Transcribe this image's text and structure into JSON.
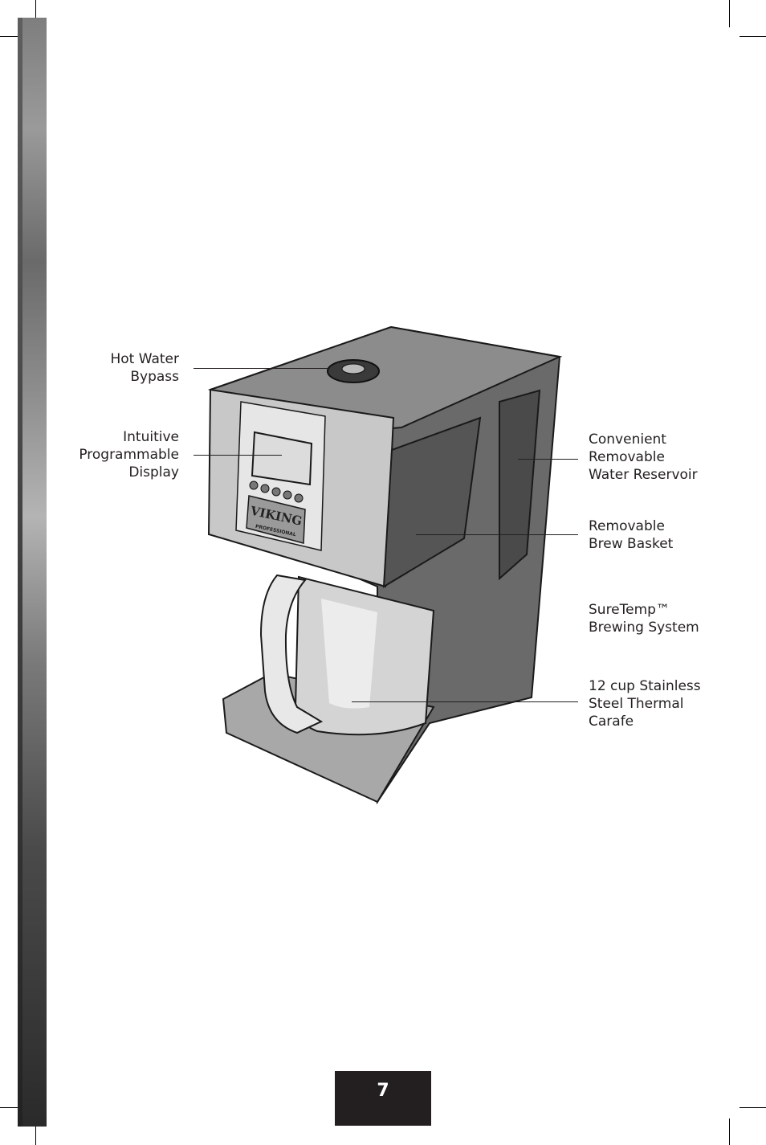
{
  "callouts": {
    "hot_water_bypass": [
      "Hot Water",
      "Bypass"
    ],
    "display": [
      "Intuitive",
      "Programmable",
      "Display"
    ],
    "reservoir": [
      "Convenient",
      "Removable",
      "Water Reservoir"
    ],
    "brew_basket": [
      "Removable",
      "Brew Basket"
    ],
    "suretemp": [
      "SureTemp™",
      "Brewing System"
    ],
    "carafe": [
      "12 cup Stainless",
      "Steel Thermal",
      "Carafe"
    ]
  },
  "brand": {
    "logo_text": "VIKING",
    "logo_subtext": "PROFESSIONAL"
  },
  "page_number": "7"
}
